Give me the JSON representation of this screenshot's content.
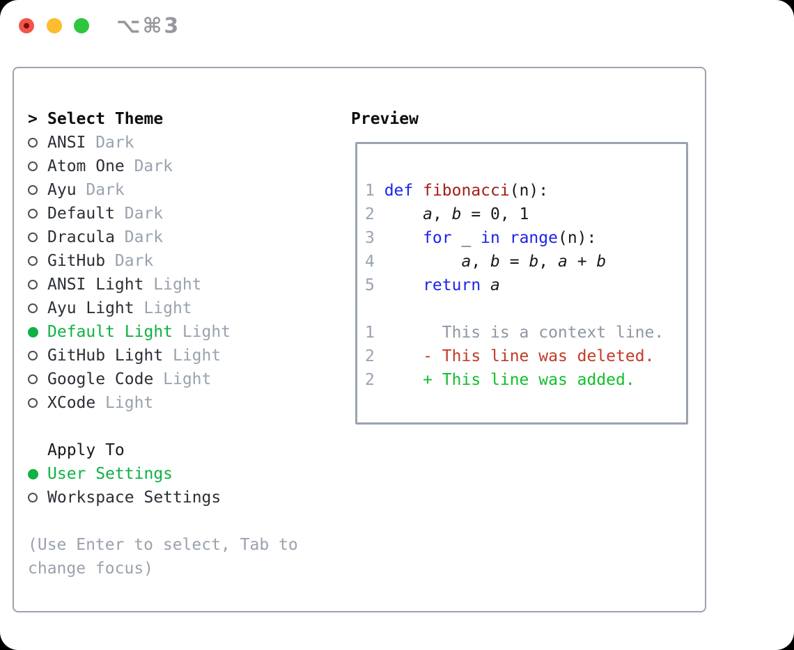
{
  "window": {
    "title": "⌥⌘3"
  },
  "colors": {
    "accent_green": "#0fb143",
    "added_green": "#12bf2b",
    "deleted_red": "#c23a26",
    "keyword_blue": "#1b24e8",
    "function_red": "#a31f15",
    "muted_gray": "#99a2ae",
    "border_gray": "#9aa3ad"
  },
  "theme_list": {
    "header_prefix": ">",
    "header": "Select Theme",
    "items": [
      {
        "name": "ANSI",
        "tag": "Dark",
        "selected": false
      },
      {
        "name": "Atom One",
        "tag": "Dark",
        "selected": false
      },
      {
        "name": "Ayu",
        "tag": "Dark",
        "selected": false
      },
      {
        "name": "Default",
        "tag": "Dark",
        "selected": false
      },
      {
        "name": "Dracula",
        "tag": "Dark",
        "selected": false
      },
      {
        "name": "GitHub",
        "tag": "Dark",
        "selected": false
      },
      {
        "name": "ANSI Light",
        "tag": "Light",
        "selected": false
      },
      {
        "name": "Ayu Light",
        "tag": "Light",
        "selected": false
      },
      {
        "name": "Default Light",
        "tag": "Light",
        "selected": true
      },
      {
        "name": "GitHub Light",
        "tag": "Light",
        "selected": false
      },
      {
        "name": "Google Code",
        "tag": "Light",
        "selected": false
      },
      {
        "name": "XCode",
        "tag": "Light",
        "selected": false
      }
    ]
  },
  "apply_to": {
    "header": "Apply To",
    "options": [
      {
        "name": "User Settings",
        "selected": true
      },
      {
        "name": "Workspace Settings",
        "selected": false
      }
    ]
  },
  "help": {
    "line1": "(Use Enter to select, Tab to",
    "line2": "change focus)"
  },
  "preview": {
    "header": "Preview",
    "code_lines": [
      {
        "num": "1",
        "tokens": [
          {
            "t": "def"
          },
          {
            "t": " "
          },
          {
            "t": "fibonacci"
          },
          {
            "t": "(n):"
          }
        ]
      },
      {
        "num": "2",
        "tokens": [
          {
            "t": "    "
          },
          {
            "t": "a"
          },
          {
            "t": ", "
          },
          {
            "t": "b"
          },
          {
            "t": " = 0, 1"
          }
        ]
      },
      {
        "num": "3",
        "tokens": [
          {
            "t": "    "
          },
          {
            "t": "for"
          },
          {
            "t": " _ "
          },
          {
            "t": "in"
          },
          {
            "t": " "
          },
          {
            "t": "range"
          },
          {
            "t": "(n):"
          }
        ]
      },
      {
        "num": "4",
        "tokens": [
          {
            "t": "        "
          },
          {
            "t": "a"
          },
          {
            "t": ", "
          },
          {
            "t": "b"
          },
          {
            "t": " = "
          },
          {
            "t": "b"
          },
          {
            "t": ", "
          },
          {
            "t": "a"
          },
          {
            "t": " + "
          },
          {
            "t": "b"
          }
        ]
      },
      {
        "num": "5",
        "tokens": [
          {
            "t": "    "
          },
          {
            "t": "return"
          },
          {
            "t": " "
          },
          {
            "t": "a"
          }
        ]
      }
    ],
    "diff_lines": [
      {
        "num": "1",
        "tokens": [
          {
            "t": "      This is a context line."
          }
        ]
      },
      {
        "num": "2",
        "tokens": [
          {
            "t": "    "
          },
          {
            "t": "- This line was deleted."
          }
        ]
      },
      {
        "num": "2",
        "tokens": [
          {
            "t": "    "
          },
          {
            "t": "+ This line was added."
          }
        ]
      }
    ]
  }
}
